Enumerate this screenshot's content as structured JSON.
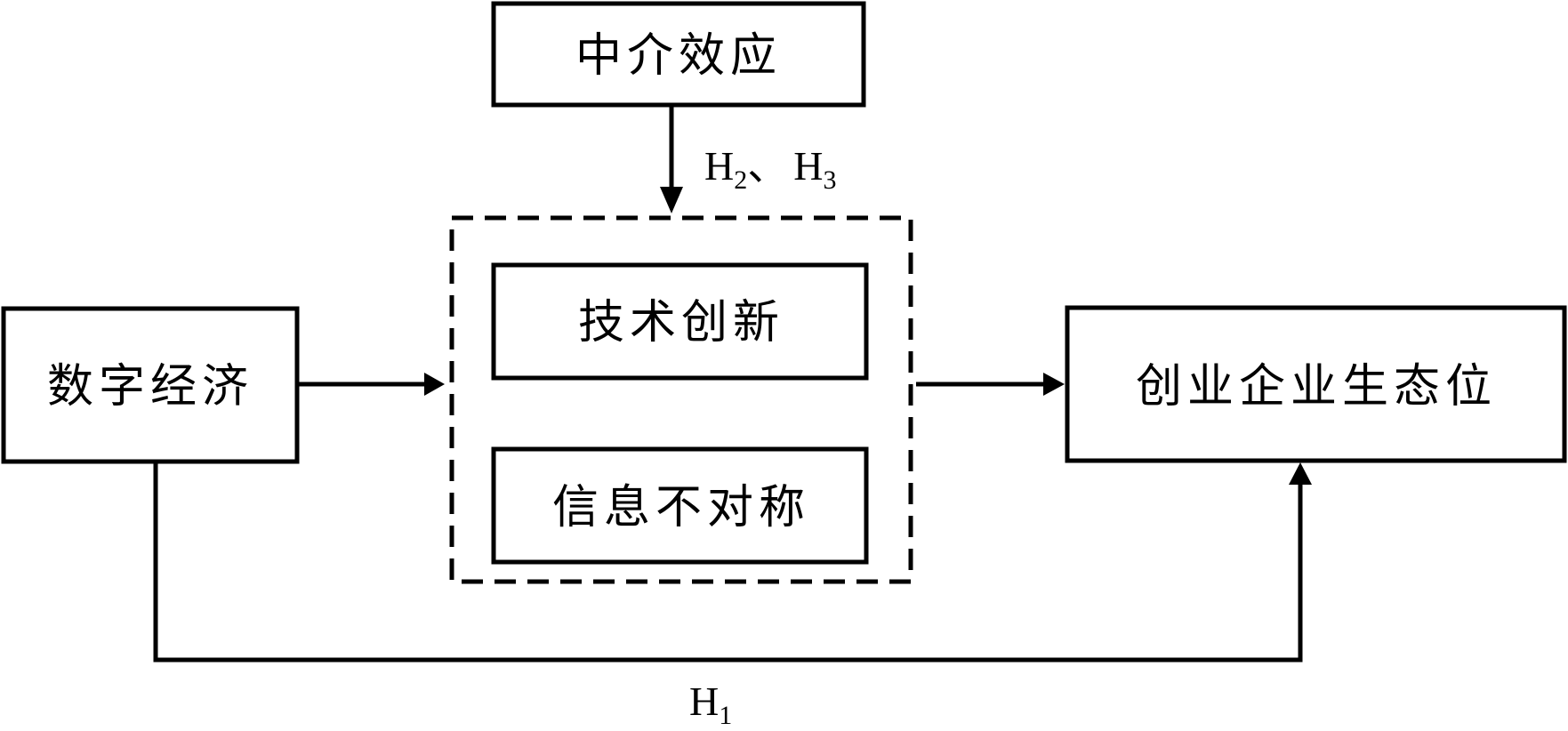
{
  "diagram": {
    "nodes": {
      "mediation": {
        "label": "中介效应"
      },
      "digital_economy": {
        "label": "数字经济"
      },
      "tech_innovation": {
        "label": "技术创新"
      },
      "info_asymmetry": {
        "label": "信息不对称"
      },
      "startup_niche": {
        "label": "创业企业生态位"
      }
    },
    "hypotheses": {
      "h1": {
        "base": "H",
        "sub": "1"
      },
      "h2": {
        "base": "H",
        "sub": "2"
      },
      "separator": "、",
      "h3": {
        "base": "H",
        "sub": "3"
      }
    },
    "edges": [
      {
        "from": "mediation",
        "to": "mediators-group",
        "label": "H2、H3"
      },
      {
        "from": "digital_economy",
        "to": "mediators-group"
      },
      {
        "from": "mediators-group",
        "to": "startup_niche"
      },
      {
        "from": "digital_economy",
        "to": "startup_niche",
        "label": "H1"
      }
    ],
    "colors": {
      "stroke": "#000000",
      "background": "#ffffff"
    }
  }
}
